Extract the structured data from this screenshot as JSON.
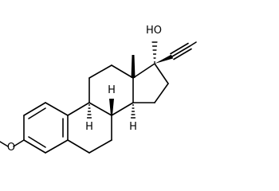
{
  "molecule": {
    "atom_labels": {
      "methoxy_oxygen": "O",
      "hydroxyl": "HO",
      "hydrogen_c9": "H",
      "hydrogen_c8": "H",
      "hydrogen_c14": "H"
    }
  }
}
